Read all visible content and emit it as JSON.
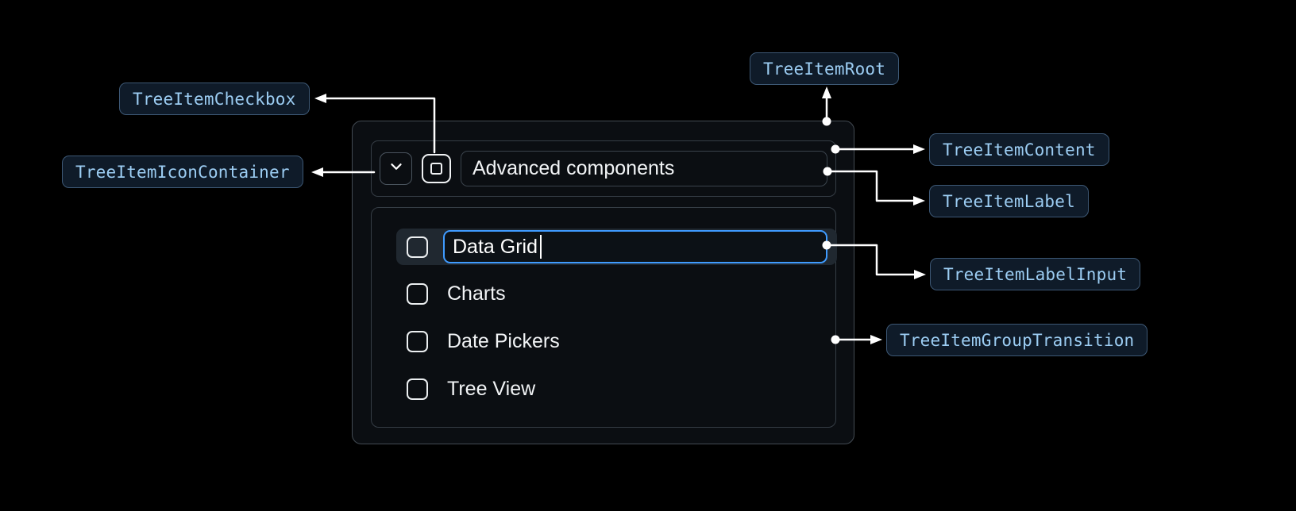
{
  "callouts": {
    "checkbox": "TreeItemCheckbox",
    "icon_container": "TreeItemIconContainer",
    "root": "TreeItemRoot",
    "content": "TreeItemContent",
    "label": "TreeItemLabel",
    "label_input": "TreeItemLabelInput",
    "group_transition": "TreeItemGroupTransition"
  },
  "tree": {
    "parent": {
      "label": "Advanced components",
      "icon": "chevron-down-icon",
      "checkbox_state": "indeterminate"
    },
    "items": [
      {
        "label": "Data Grid",
        "editing": true,
        "input_value": "Data Grid",
        "checked": false
      },
      {
        "label": "Charts",
        "checked": false
      },
      {
        "label": "Date Pickers",
        "checked": false
      },
      {
        "label": "Tree View",
        "checked": false
      }
    ]
  },
  "colors": {
    "background": "#000000",
    "panel_background": "#0b0e12",
    "panel_border": "#434b53",
    "box_border": "#353d45",
    "highlight_row": "#202830",
    "input_border": "#3f9bff",
    "badge_background": "#0f1b29",
    "badge_border": "#3d5875",
    "badge_text": "#9ccdf3",
    "connector": "#ffffff",
    "text": "#f2f4f6"
  }
}
